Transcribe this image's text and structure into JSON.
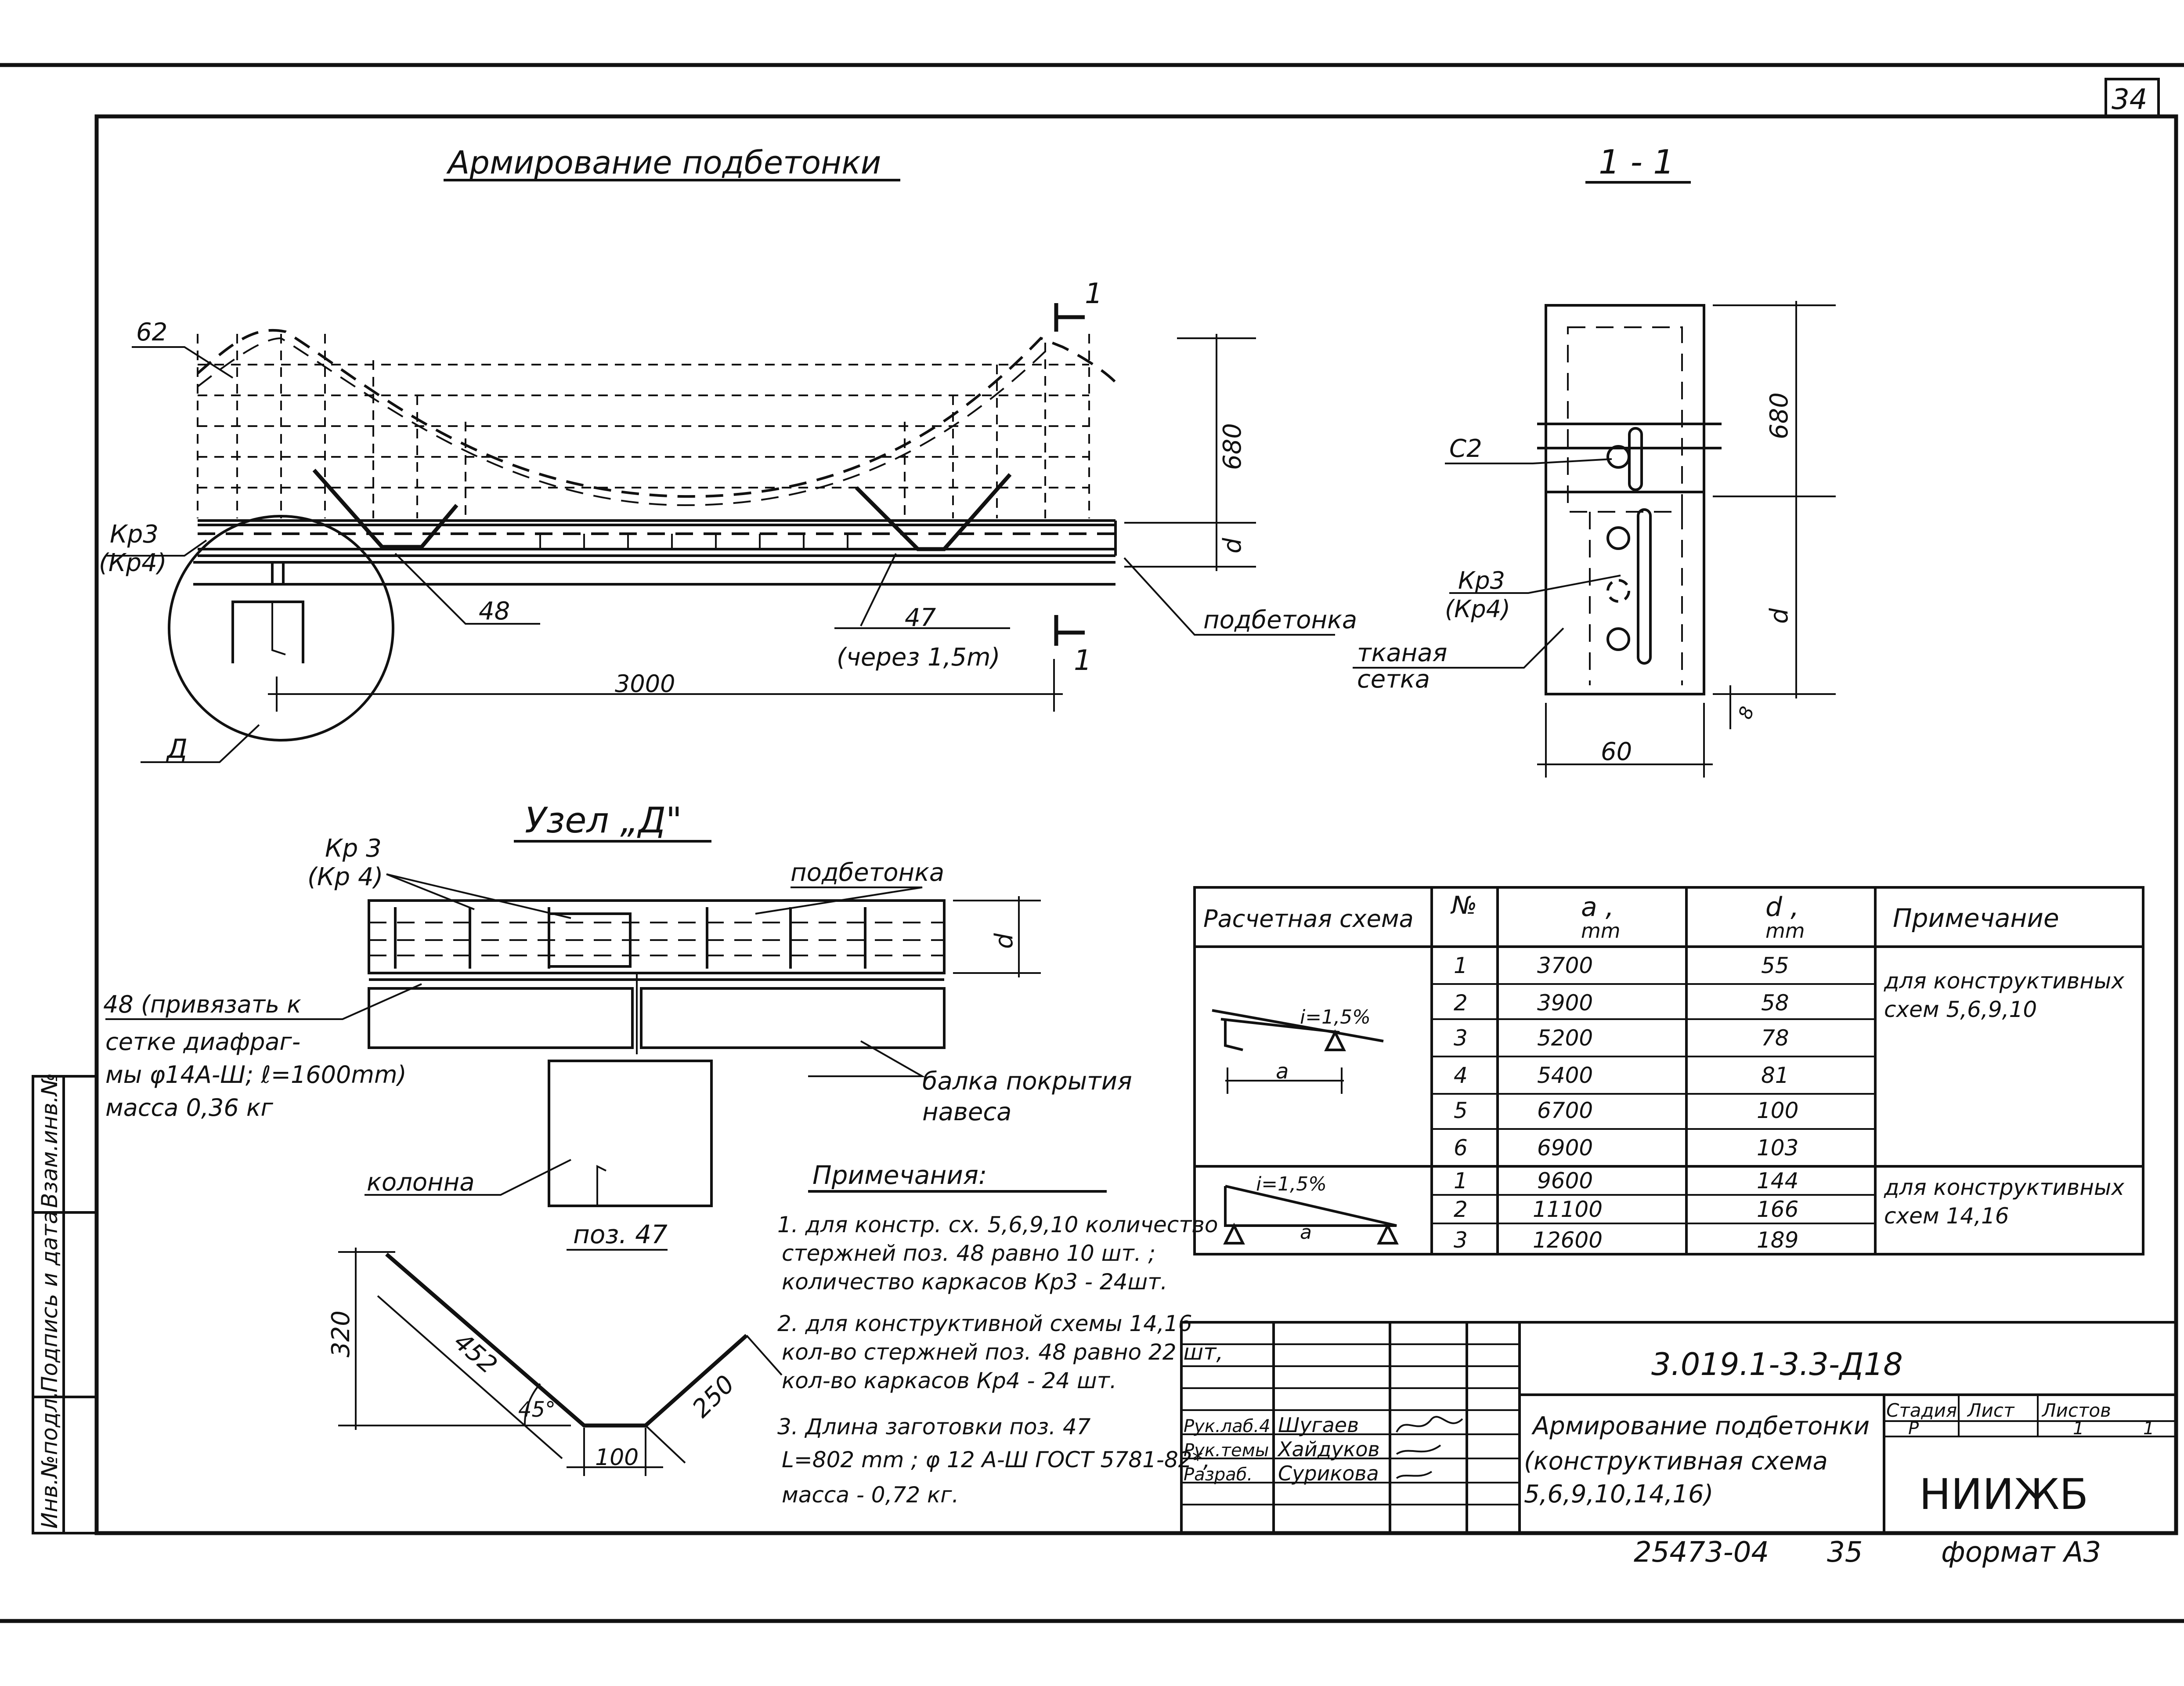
{
  "page_number": "34",
  "main_view": {
    "title": "Армирование подбетонки",
    "labels": {
      "pos62": "62",
      "kr3": "Кр3",
      "kr4": "(Кр4)",
      "pos48": "48",
      "pos47": "47",
      "pos47_note": "(через 1,5m)",
      "podbetonka": "подбетонка",
      "dim_length": "3000",
      "dim_height": "680",
      "dim_d": "d",
      "node_d": "Д",
      "section_mark": "1"
    }
  },
  "section_view": {
    "title": "1 - 1",
    "labels": {
      "c2": "С2",
      "kr3": "Кр3",
      "kr4": "(Кр4)",
      "fabric1": "тканая",
      "fabric2": "сетка",
      "dim_height": "680",
      "dim_d": "d",
      "dim_width": "60",
      "dim_cover": "8"
    }
  },
  "node_view": {
    "title": "Узел „Д\"",
    "labels": {
      "kr3": "Кр 3",
      "kr4": "(Кр 4)",
      "podbetonka": "подбетонка",
      "note_line1": "48 (привязать к",
      "note_line2": "сетке диафраг-",
      "note_line3": "мы φ14А-Ш; ℓ=1600mm)",
      "note_line4": "масса 0,36 кг",
      "beam1": "балка покрытия",
      "beam2": "навеса",
      "column": "колонна",
      "dim_d": "d"
    }
  },
  "bar47": {
    "title": "поз. 47",
    "dims": {
      "height": "320",
      "slant": "452",
      "angle": "45°",
      "bottom": "100",
      "right": "250"
    }
  },
  "notes": {
    "title": "Примечания:",
    "lines": [
      "1. для констр. сх. 5,6,9,10 количество",
      "стержней поз. 48 равно  10 шт. ;",
      "количество каркасов  Кр3 - 24шт.",
      "2. для конструктивной схемы 14,16",
      "кол-во стержней поз. 48 равно 22 шт,",
      "кол-во каркасов Кр4 - 24 шт.",
      "3. Длина заготовки  поз. 47",
      "L=802 mm ; φ 12 А-Ш  ГОСТ 5781-82*,",
      "масса - 0,72 кг."
    ]
  },
  "table": {
    "headers": {
      "scheme": "Расчетная схема",
      "no": "№",
      "a": "a ,",
      "a_unit": "mm",
      "d": "d ,",
      "d_unit": "mm",
      "note": "Примечание"
    },
    "slope_label": "i=1,5%",
    "span_label": "a",
    "group1_note": [
      "для конструктивных",
      "схем 5,6,9,10"
    ],
    "group2_note": [
      "для конструктивных",
      "схем 14,16"
    ],
    "group1_rows": [
      {
        "no": "1",
        "a": "3700",
        "d": "55"
      },
      {
        "no": "2",
        "a": "3900",
        "d": "58"
      },
      {
        "no": "3",
        "a": "5200",
        "d": "78"
      },
      {
        "no": "4",
        "a": "5400",
        "d": "81"
      },
      {
        "no": "5",
        "a": "6700",
        "d": "100"
      },
      {
        "no": "6",
        "a": "6900",
        "d": "103"
      }
    ],
    "group2_rows": [
      {
        "no": "1",
        "a": "9600",
        "d": "144"
      },
      {
        "no": "2",
        "a": "11100",
        "d": "166"
      },
      {
        "no": "3",
        "a": "12600",
        "d": "189"
      }
    ]
  },
  "title_block": {
    "doc_code": "3.019.1-3.3-Д18",
    "title_lines": [
      "Армирование подбетонки",
      "(конструктивная  схема",
      "5,6,9,10,14,16)"
    ],
    "stage_label": "Стадия",
    "sheet_label": "Лист",
    "sheets_label": "Листов",
    "stage": "Р",
    "sheet": "1",
    "sheets": "1",
    "org": "НИИЖБ",
    "roles": [
      {
        "role": "Рук.лаб.4",
        "name": "Шугаев"
      },
      {
        "role": "Рук.темы",
        "name": "Хайдуков"
      },
      {
        "role": "Разраб.",
        "name": "Сурикова"
      }
    ]
  },
  "side_stamp": {
    "fields": [
      "Инв.№подл.",
      "Подпись и дата",
      "Взам.инв.№"
    ]
  },
  "footer": {
    "archive": "25473-04",
    "page": "35",
    "format": "формат А3"
  }
}
